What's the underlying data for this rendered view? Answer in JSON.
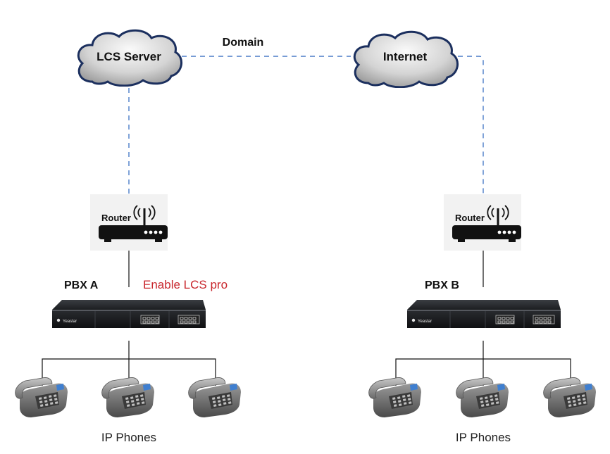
{
  "nodes": {
    "lcs_server": {
      "label": "LCS Server"
    },
    "internet": {
      "label": "Internet"
    },
    "domain": {
      "label": "Domain"
    },
    "router_a": {
      "label": "Router"
    },
    "router_b": {
      "label": "Router"
    },
    "pbx_a": {
      "label": "PBX A",
      "note": "Enable LCS pro"
    },
    "pbx_b": {
      "label": "PBX B"
    },
    "phones_a": {
      "label": "IP Phones"
    },
    "phones_b": {
      "label": "IP Phones"
    },
    "pbx_brand": "Yeastar"
  },
  "colors": {
    "dashed_link": "#4a7cc7",
    "note_red": "#c8262c",
    "cloud_outline": "#1b2f5e"
  }
}
